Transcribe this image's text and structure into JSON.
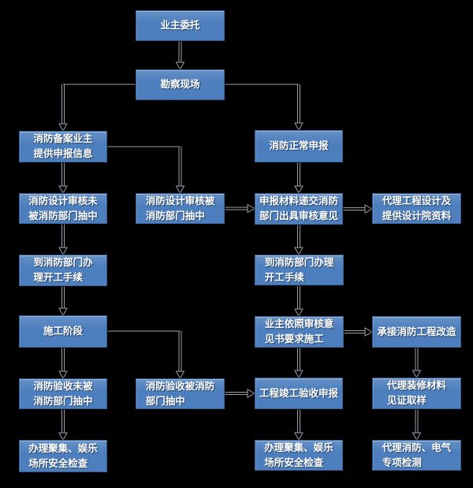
{
  "diagram": {
    "type": "flowchart",
    "description": "fire-protection application procedure flowchart"
  },
  "colors": {
    "background": "#000000",
    "box-fill": "#4d7ebd",
    "box-fill-light": "#6591c7",
    "box-border": "#365f91",
    "box-text": "#ffffff",
    "connector": "#98a0aa"
  },
  "nodes": {
    "owner_entrust": {
      "label": "业主委托"
    },
    "survey_site": {
      "label": "勘察现场"
    },
    "record_filing": {
      "label": "消防备案业主\n提供申报信息"
    },
    "normal_declare": {
      "label": "消防正常申报"
    },
    "design_not_selected": {
      "label": "消防设计审核未\n被消防部门抽中"
    },
    "design_selected": {
      "label": "消防设计审核被\n消防部门抽中"
    },
    "submit_materials": {
      "label": "申报材料递交消防\n部门出具审核意见"
    },
    "agent_design": {
      "label": "代理工程设计及\n提供设计院资料"
    },
    "start_procedure_left": {
      "label": "到消防部门办\n理开工手续"
    },
    "start_procedure_right": {
      "label": "到消防部门办理\n开工手续"
    },
    "construction_stage": {
      "label": "施工阶段"
    },
    "construct_per_opinion": {
      "label": "业主依照审核意\n见书要求施工"
    },
    "undertake_renovation": {
      "label": "承接消防工程改造"
    },
    "acceptance_not_selected": {
      "label": "消防验收未被\n消防部门抽中"
    },
    "acceptance_selected": {
      "label": "消防验收被消防\n部门抽中"
    },
    "completion_declare": {
      "label": "工程竣工验收申报"
    },
    "agent_sampling": {
      "label": "代理装修材料\n见证取样"
    },
    "safety_check_left": {
      "label": "办理聚集、娱乐\n场所安全检查"
    },
    "safety_check_right": {
      "label": "办理聚集、娱乐\n场所安全检查"
    },
    "agent_testing": {
      "label": "代理消防、电气\n专项检测"
    }
  }
}
